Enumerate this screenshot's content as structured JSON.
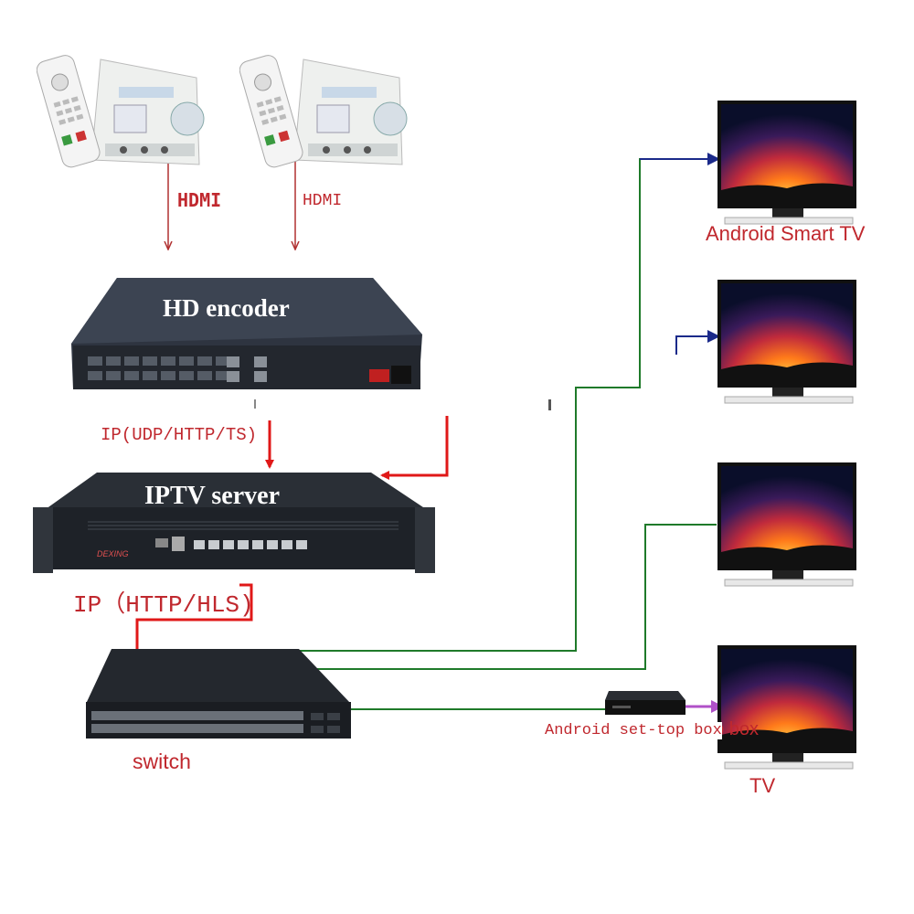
{
  "labels": {
    "hdmi_1": "HDMI",
    "hdmi_2": "HDMI",
    "encoder": "HD encoder",
    "encoder_output": "IP(UDP/HTTP/TS)",
    "server": "IPTV server",
    "server_brand": "DEXING",
    "server_output": "IP（HTTP/HLS)",
    "switch": "switch",
    "tv_top": "Android Smart TV",
    "stb": "Android set-top box",
    "stb_ghost": "op box",
    "tv_bottom": "TV"
  },
  "colors": {
    "red_arrow": "#e01818",
    "red_label": "#c0282e",
    "green_cable": "#1f7a2a",
    "blue_arrow": "#1b2a8a",
    "purple_arrow": "#b050c8",
    "device_dark": "#262a30"
  }
}
